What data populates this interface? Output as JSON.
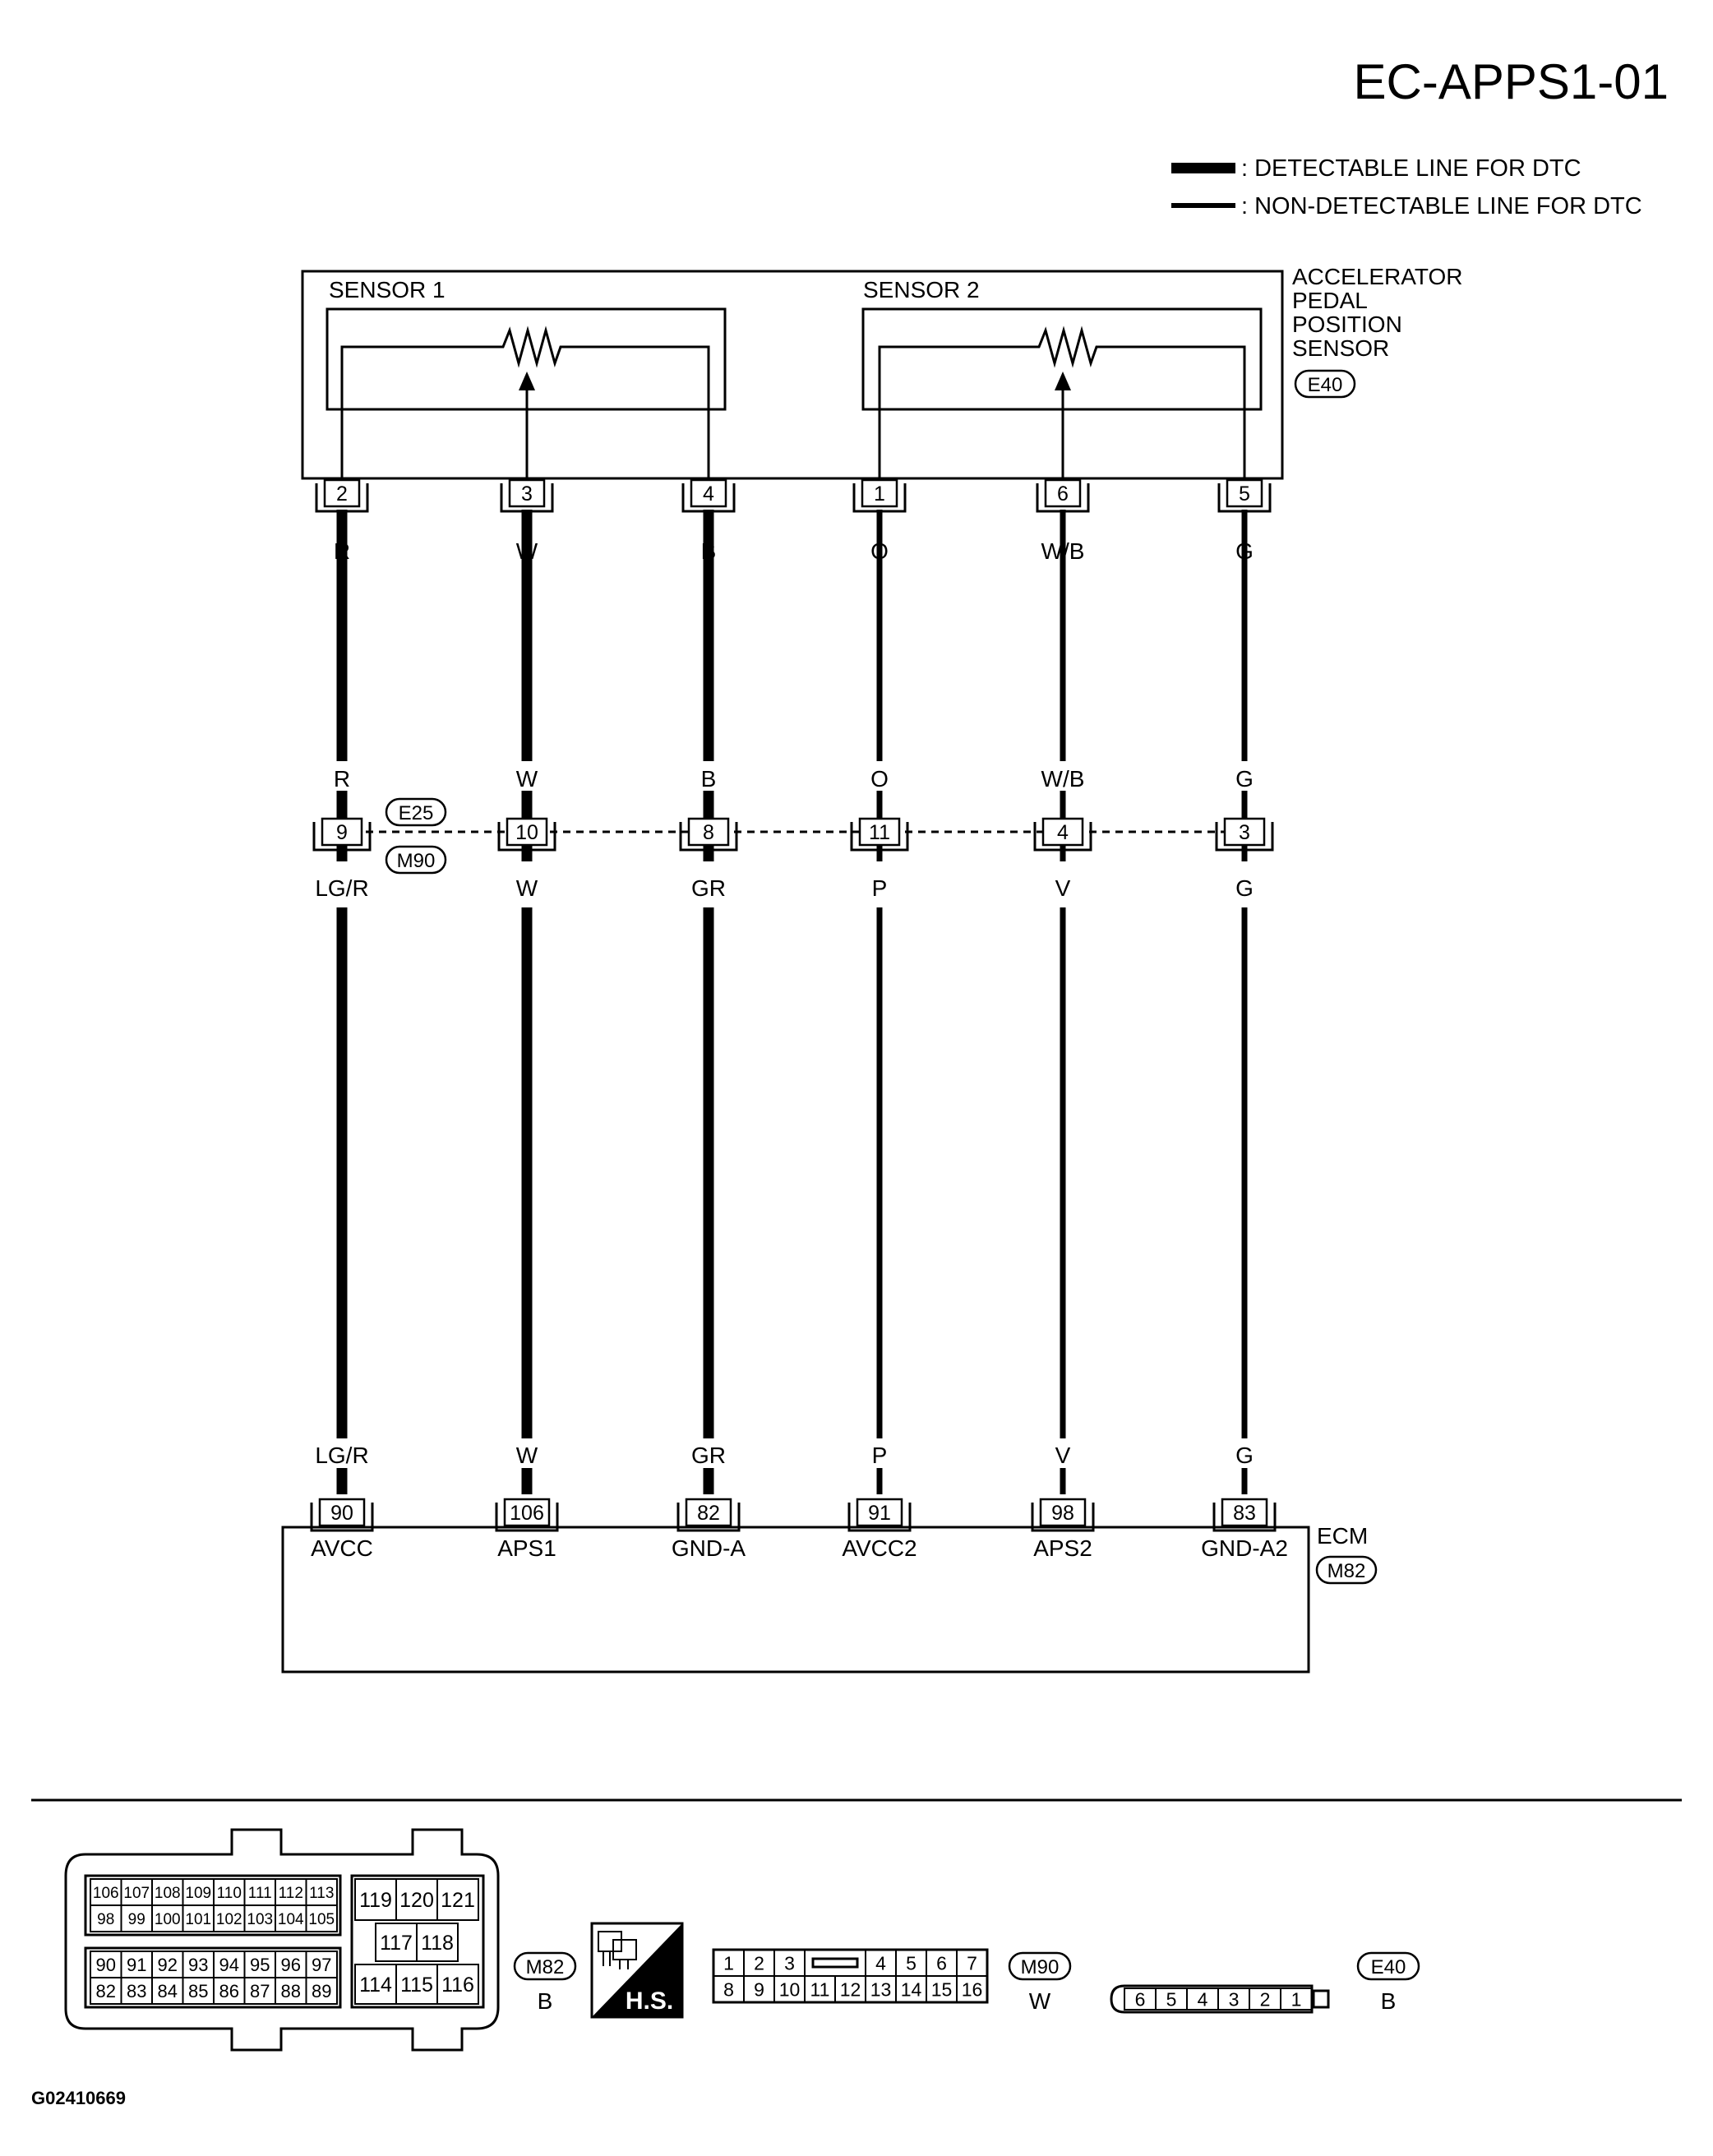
{
  "title": "EC-APPS1-01",
  "legend": [
    {
      "kind": "thick",
      "text": ": DETECTABLE LINE FOR DTC"
    },
    {
      "kind": "thin",
      "text": ": NON-DETECTABLE LINE FOR DTC"
    }
  ],
  "sensor": {
    "name_lines": [
      "ACCELERATOR",
      "PEDAL",
      "POSITION",
      "SENSOR"
    ],
    "connector": "E40",
    "sensor1_label": "SENSOR 1",
    "sensor2_label": "SENSOR 2"
  },
  "joint": {
    "upper": "E25",
    "lower": "M90"
  },
  "ecm": {
    "name": "ECM",
    "connector": "M82"
  },
  "wires": [
    {
      "sensor_pin": "2",
      "color_upper": "R",
      "joint_pin": "9",
      "color_lower": "LG/R",
      "ecm_pin": "90",
      "ecm_label": "AVCC",
      "detectable": true
    },
    {
      "sensor_pin": "3",
      "color_upper": "W",
      "joint_pin": "10",
      "color_lower": "W",
      "ecm_pin": "106",
      "ecm_label": "APS1",
      "detectable": true
    },
    {
      "sensor_pin": "4",
      "color_upper": "B",
      "joint_pin": "8",
      "color_lower": "GR",
      "ecm_pin": "82",
      "ecm_label": "GND-A",
      "detectable": true
    },
    {
      "sensor_pin": "1",
      "color_upper": "O",
      "joint_pin": "11",
      "color_lower": "P",
      "ecm_pin": "91",
      "ecm_label": "AVCC2",
      "detectable": false
    },
    {
      "sensor_pin": "6",
      "color_upper": "W/B",
      "joint_pin": "4",
      "color_lower": "V",
      "ecm_pin": "98",
      "ecm_label": "APS2",
      "detectable": false
    },
    {
      "sensor_pin": "5",
      "color_upper": "G",
      "joint_pin": "3",
      "color_lower": "G",
      "ecm_pin": "83",
      "ecm_label": "GND-A2",
      "detectable": false
    }
  ],
  "connector_views": {
    "m82": {
      "code": "M82",
      "color": "B",
      "left_top_rows": [
        [
          "106",
          "107",
          "108",
          "109",
          "110",
          "111",
          "112",
          "113"
        ],
        [
          "98",
          "99",
          "100",
          "101",
          "102",
          "103",
          "104",
          "105"
        ]
      ],
      "left_bottom_rows": [
        [
          "90",
          "91",
          "92",
          "93",
          "94",
          "95",
          "96",
          "97"
        ],
        [
          "82",
          "83",
          "84",
          "85",
          "86",
          "87",
          "88",
          "89"
        ]
      ],
      "right_rows": [
        [
          "119",
          "120",
          "121"
        ],
        [
          "117",
          "118"
        ],
        [
          "114",
          "115",
          "116"
        ]
      ]
    },
    "hs_label": "H.S.",
    "m90": {
      "code": "M90",
      "color": "W",
      "top_left": [
        "1",
        "2",
        "3"
      ],
      "top_right": [
        "4",
        "5",
        "6",
        "7"
      ],
      "bottom": [
        "8",
        "9",
        "10",
        "11",
        "12",
        "13",
        "14",
        "15",
        "16"
      ]
    },
    "e40": {
      "code": "E40",
      "color": "B",
      "pins": [
        "6",
        "5",
        "4",
        "3",
        "2",
        "1"
      ]
    }
  },
  "figure_id": "G02410669"
}
